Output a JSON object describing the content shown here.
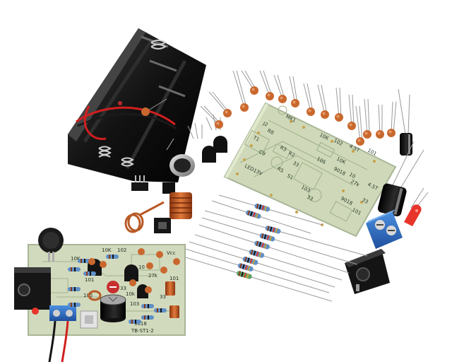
{
  "colors": {
    "background": "#ffffff",
    "pcb_green": "#cfd9b9",
    "pcb_trace": "#9fb08a",
    "battery_black": "#141414",
    "wire_red": "#d11f1f",
    "terminal_blue": "#2f73c9",
    "led_red": "#e8352b",
    "ceramic_cap": "#c9682e",
    "inductor_copper": "#c0551f",
    "resistor_body": "#5f8fc7"
  },
  "loose_board": {
    "labels": [
      "MK1",
      "10K",
      "102",
      "4.5T",
      "101",
      "10K",
      "105",
      "33",
      "9018",
      "10",
      "27k",
      "4.5T",
      "33",
      "101",
      "103",
      "S1",
      "9018",
      "33",
      "R8",
      "R3",
      "R2",
      "C9",
      "R5",
      "J2",
      "T1",
      "LED1",
      "3V"
    ]
  },
  "assembled_board": {
    "labels": [
      "10K",
      "102",
      "101",
      "10K",
      "101",
      "105",
      "10",
      "10k",
      "27k",
      "33",
      "9018",
      "103",
      "33",
      "101",
      "Vcc",
      "TB-ST1-2"
    ]
  },
  "icons": [
    "battery-holder-icon",
    "microphone-icon",
    "transistor-icon",
    "resistor-icon",
    "capacitor-icon",
    "inductor-coil-icon",
    "audio-jack-icon",
    "terminal-block-icon",
    "led-icon"
  ]
}
